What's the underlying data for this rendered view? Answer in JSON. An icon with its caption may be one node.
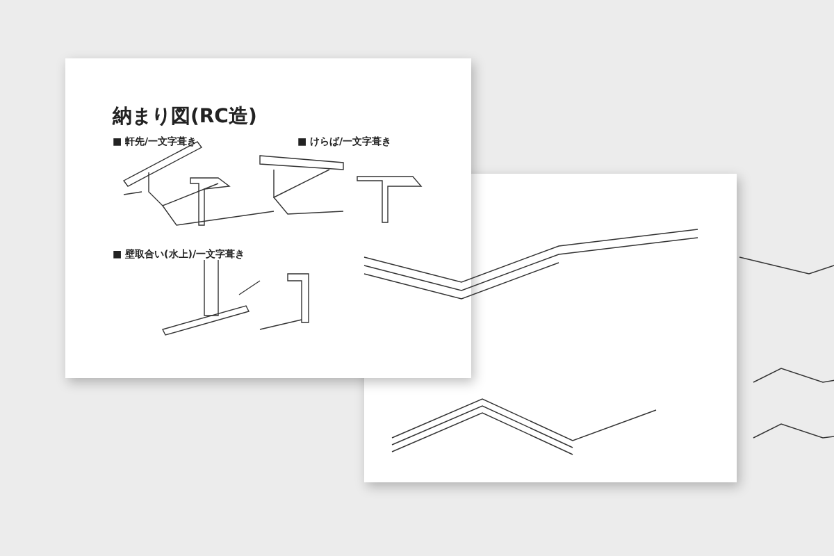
{
  "diagram": {
    "title": "納まり図(RC造)",
    "labels": [
      "■ 軒先/一文字葺き",
      "■ けらば/一文字葺き",
      "■ 壁取合い(水上)/一文字葺き"
    ]
  }
}
